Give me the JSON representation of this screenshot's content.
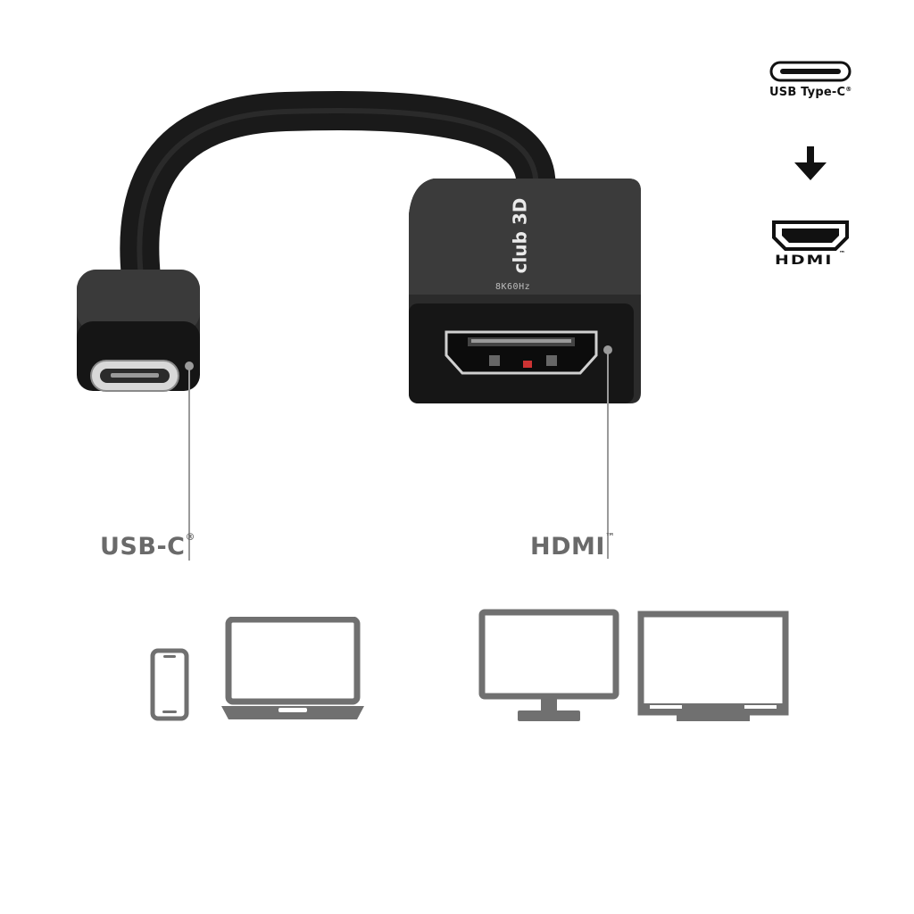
{
  "product": {
    "brand": "club 3D",
    "model_text": "8K60Hz"
  },
  "legend": {
    "source_label": "USB Type-C",
    "source_mark": "®",
    "target_label": "HDMI",
    "target_mark": "™"
  },
  "callouts": {
    "usbc_label": "USB-C",
    "usbc_mark": "®",
    "hdmi_label": "HDMI",
    "hdmi_mark": "™"
  },
  "devices": {
    "source_devices": [
      "phone-icon",
      "laptop-icon"
    ],
    "target_devices": [
      "monitor-icon",
      "tv-icon"
    ]
  },
  "colors": {
    "icon_gray": "#707070",
    "callout_gray": "#6a6a6a",
    "adapter_black": "#1c1c1c"
  }
}
